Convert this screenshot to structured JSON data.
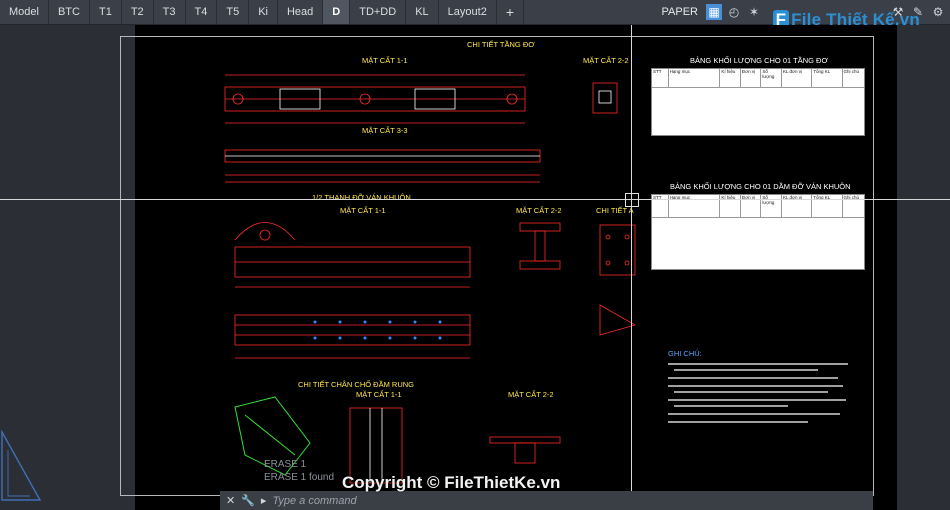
{
  "tabs": [
    "Model",
    "BTC",
    "T1",
    "T2",
    "T3",
    "T4",
    "T5",
    "Ki",
    "Head",
    "D",
    "TD+DD",
    "KL",
    "Layout2",
    "+"
  ],
  "active_tab": "D",
  "status": {
    "space": "PAPER"
  },
  "watermark": {
    "logo": "File Thiết Kế",
    "logo_suffix": ".vn",
    "copyright": "Copyright © FileThietKe.vn"
  },
  "command_line": {
    "placeholder": "Type a command",
    "history": [
      "ERASE 1",
      "ERASE 1 found"
    ]
  },
  "drawing": {
    "main_title": "CHI TIẾT TẦNG ĐƠ",
    "labels": {
      "section_1": "MẶT CẮT 1-1",
      "section_2": "MẶT CẮT 2-2",
      "section_3": "MẶT CẮT 3-3",
      "formwork_title": "1/2 THANH ĐỠ VÁN KHUÔN",
      "section_1b": "MẶT CẮT 1-1",
      "section_2b": "MẶT CẮT 2-2",
      "detail_a": "CHI TIẾT A",
      "vibration_title": "CHI TIẾT CHÂN CHỐ ĐẦM RUNG",
      "section_1c": "MẶT CẮT 1-1",
      "section_2c": "MẶT CẮT 2-2"
    },
    "table1_title": "BẢNG KHỐI LƯỢNG CHO 01 TẦNG ĐƠ",
    "table2_title": "BẢNG KHỐI LƯỢNG CHO 01 DẦM ĐỠ VÁN KHUÔN",
    "notes_title": "GHI CHÚ:",
    "table_headers": [
      "STT",
      "Hạng mục",
      "Kí hiệu",
      "Đơn vị",
      "Số lượng",
      "KL đơn vị",
      "Tổng KL",
      "Ghi chú"
    ]
  }
}
